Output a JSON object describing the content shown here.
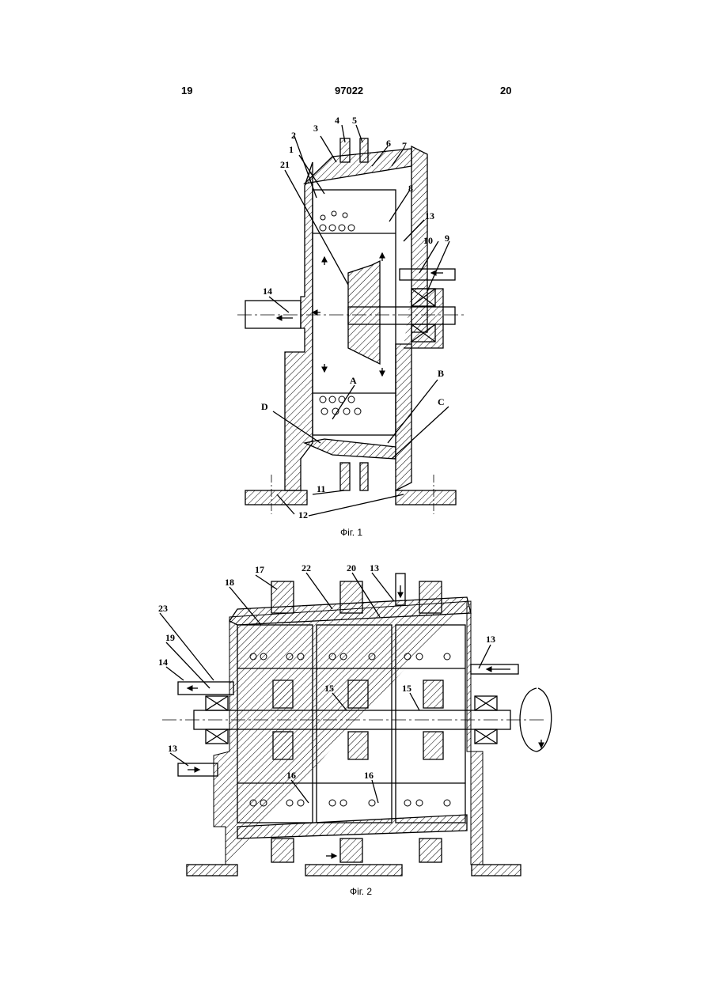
{
  "header": {
    "page_left": "19",
    "patent_number": "97022",
    "page_right": "20"
  },
  "figure1": {
    "caption": "Фіг. 1",
    "labels": [
      "1",
      "2",
      "3",
      "4",
      "5",
      "6",
      "7",
      "8",
      "9",
      "10",
      "11",
      "12",
      "13",
      "14",
      "21",
      "A",
      "B",
      "C",
      "D"
    ]
  },
  "figure2": {
    "caption": "Фіг. 2",
    "labels": [
      "13",
      "13",
      "13",
      "14",
      "15",
      "15",
      "16",
      "16",
      "17",
      "18",
      "19",
      "20",
      "22",
      "23"
    ]
  }
}
